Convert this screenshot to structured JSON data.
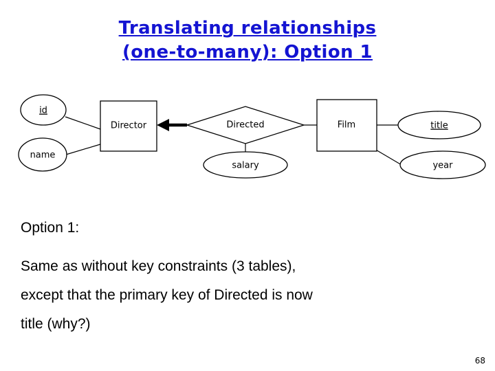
{
  "slide": {
    "page_number": "68",
    "title": {
      "line1": "Translating relationships",
      "line2": "(one-to-many): Option 1",
      "color": "#1414d2"
    },
    "body": {
      "lead": "Option 1:",
      "line1": "Same as without key constraints (3 tables),",
      "line2": "except that the primary key of Directed is now",
      "line3": "title (why?)"
    },
    "er_diagram": {
      "entities": [
        {
          "name": "director-entity",
          "label": "Director"
        },
        {
          "name": "film-entity",
          "label": "Film"
        }
      ],
      "relationships": [
        {
          "name": "directed-relationship",
          "label": "Directed"
        }
      ],
      "attributes": [
        {
          "name": "id-attribute",
          "label": "id",
          "key": true
        },
        {
          "name": "name-attribute",
          "label": "name",
          "key": false
        },
        {
          "name": "salary-attribute",
          "label": "salary",
          "key": false
        },
        {
          "name": "title-attribute",
          "label": "title",
          "key": true
        },
        {
          "name": "year-attribute",
          "label": "year",
          "key": false
        }
      ],
      "key_constraint_edge": "Directed -> Director (arrow)"
    }
  }
}
